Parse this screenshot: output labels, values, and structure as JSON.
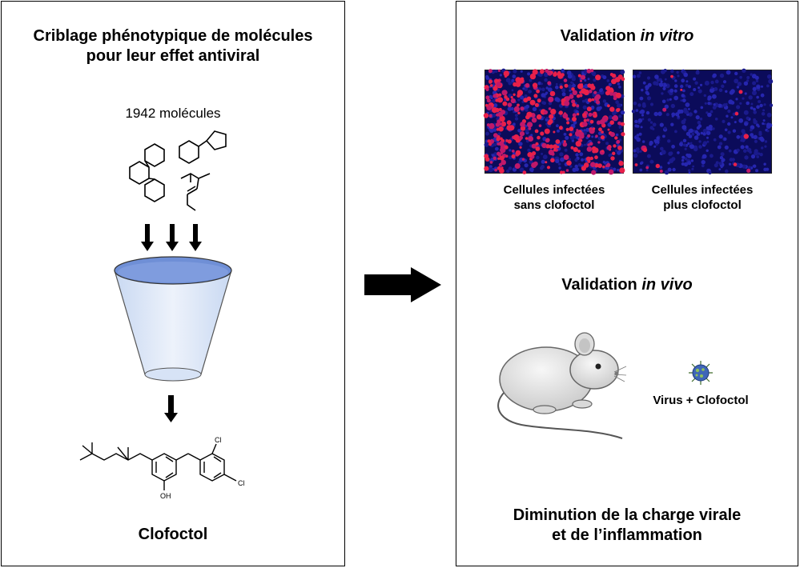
{
  "left": {
    "title_line1": "Criblage phénotypique de molécules",
    "title_line2": "pour leur effet antiviral",
    "molecule_count": "1942 molécules",
    "result_name": "Clofoctol",
    "structure_labels": {
      "cl_top": "Cl",
      "cl_right": "Cl",
      "oh": "OH"
    }
  },
  "right": {
    "in_vitro_title_prefix": "Validation ",
    "in_vitro_title_italic": "in vitro",
    "image_left_caption_line1": "Cellules infectées",
    "image_left_caption_line2": "sans clofoctol",
    "image_right_caption_line1": "Cellules infectées",
    "image_right_caption_line2": "plus clofoctol",
    "in_vivo_title_prefix": "Validation ",
    "in_vivo_title_italic": "in vivo",
    "treatment_label": "Virus + Clofoctol",
    "conclusion_line1": "Diminution de la charge virale",
    "conclusion_line2": "et de l’inflammation"
  },
  "colors": {
    "funnel_fill": "#dde8f7",
    "funnel_rim": "#6f8fd6",
    "cells_blue": "#1a1a8c",
    "infected_red": "#e8204a",
    "arrow": "#000000"
  },
  "icons": [
    "molecule-icon",
    "funnel-icon",
    "down-arrow-icon",
    "right-arrow-icon",
    "mouse-icon",
    "virus-icon"
  ]
}
